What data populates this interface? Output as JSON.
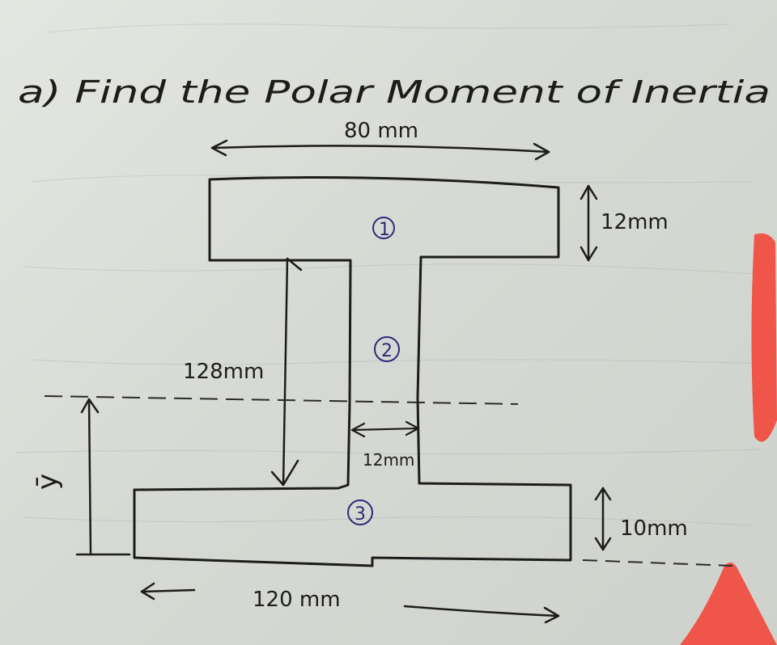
{
  "question": "a) Find the Polar Moment of Inertia",
  "dimensions": {
    "top_width": "80 mm",
    "top_thickness": "12mm",
    "web_height": "128mm",
    "web_thickness": "12mm",
    "bottom_thickness": "10mm",
    "bottom_width": "120 mm",
    "centroid": "ȳ"
  },
  "parts": {
    "one": "1",
    "two": "2",
    "three": "3"
  },
  "colors": {
    "ink": "#1c1c1c",
    "circle_ink": "#2e2a7a",
    "highlight": "#f0554a",
    "paper": "#dfe1dc"
  }
}
